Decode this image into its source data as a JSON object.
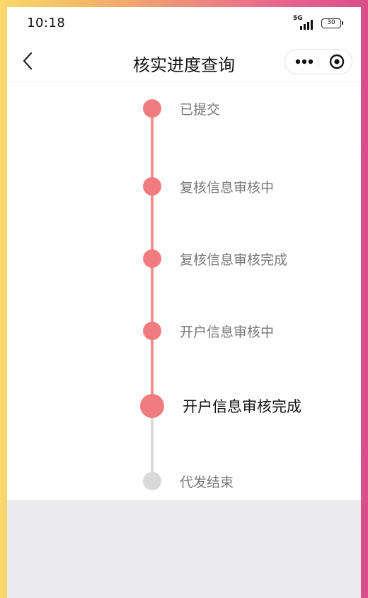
{
  "status_bar": {
    "time": "10:18",
    "network": "5G",
    "battery": "30"
  },
  "nav": {
    "title": "核实进度查询",
    "icons": [
      "chevron-left-icon",
      "more-icon",
      "target-icon"
    ]
  },
  "timeline": {
    "steps": [
      {
        "label": "已提交",
        "state": "done"
      },
      {
        "label": "复核信息审核中",
        "state": "done"
      },
      {
        "label": "复核信息审核完成",
        "state": "done"
      },
      {
        "label": "开户信息审核中",
        "state": "done"
      },
      {
        "label": "开户信息审核完成",
        "state": "current"
      },
      {
        "label": "代发结束",
        "state": "pending"
      }
    ]
  },
  "colors": {
    "accent": "#f07c80",
    "line_done": "#f18e8e",
    "pending": "#d9d9d9"
  }
}
